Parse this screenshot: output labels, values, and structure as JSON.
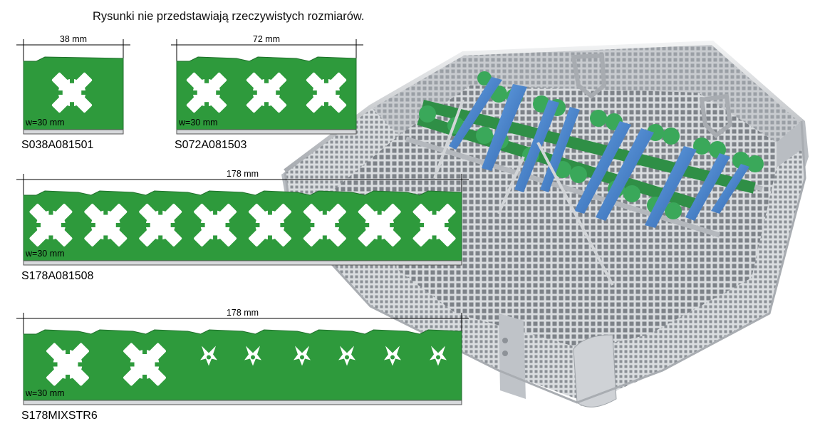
{
  "header": {
    "note": "Rysunki nie przedstawiają rzeczywistych rozmiarów."
  },
  "strips": [
    {
      "dimension": "38 mm",
      "width_label": "w=30 mm",
      "code": "S038A081501",
      "holders": [
        "large"
      ]
    },
    {
      "dimension": "72 mm",
      "width_label": "w=30 mm",
      "code": "S072A081503",
      "holders": [
        "large",
        "large",
        "large"
      ]
    },
    {
      "dimension": "178 mm",
      "width_label": "w=30 mm",
      "code": "S178A081508",
      "holders": [
        "large",
        "large",
        "large",
        "large",
        "large",
        "large",
        "large",
        "large"
      ]
    },
    {
      "dimension": "178 mm",
      "width_label": "w=30 mm",
      "code": "S178MIXSTR6",
      "holders": [
        "large",
        "large",
        "small",
        "small",
        "small",
        "small",
        "small",
        "small"
      ]
    }
  ],
  "photo": {
    "subject": "sterilization-mesh-tray-with-instruments"
  },
  "colors": {
    "strip_green": "#2e9a3c",
    "holder_green": "#3aa85a",
    "instrument_blue": "#3b7fd0",
    "steel": "#c9ccd0"
  }
}
